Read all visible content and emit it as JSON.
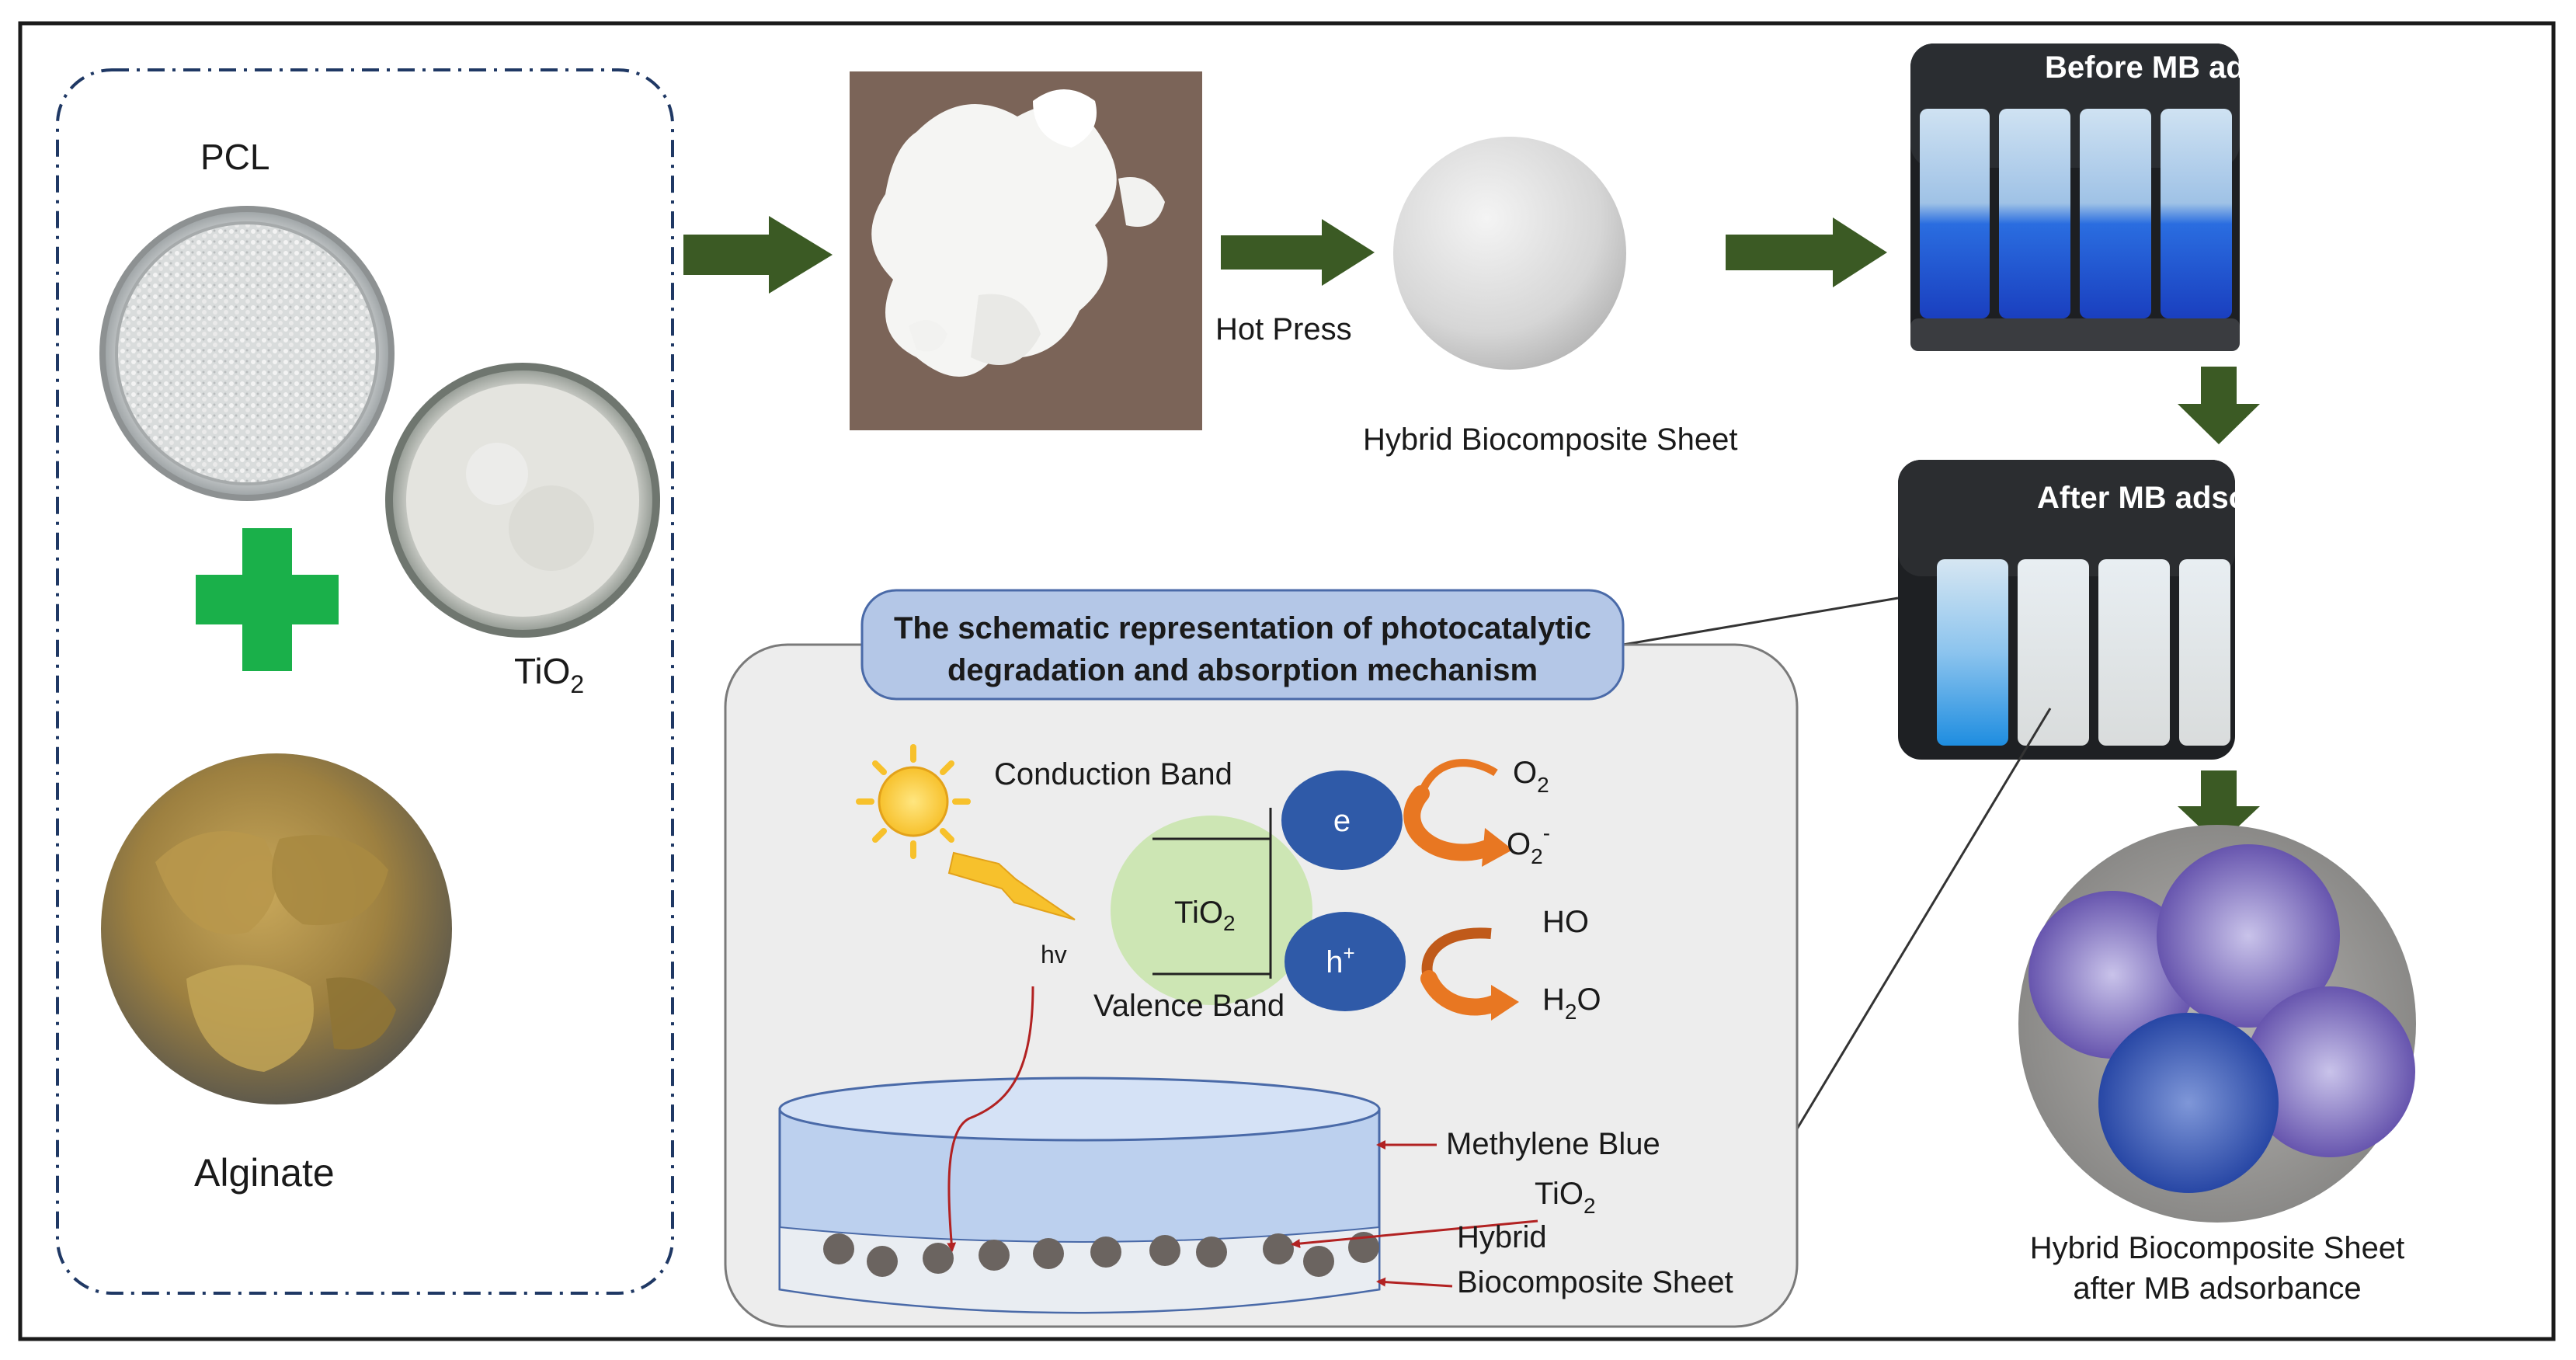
{
  "labels": {
    "pcl": "PCL",
    "tio2_main": "TiO",
    "tio2_main_sub": "2",
    "alginate": "Alginate",
    "hot_press": "Hot Press",
    "hybrid_sheet": "Hybrid Biocomposite Sheet",
    "before_mb": "Before MB adsorbance",
    "after_mb": "After MB adsorbance",
    "schematic_title_1": "The schematic representation of photocatalytic",
    "schematic_title_2": "degradation and absorption mechanism",
    "conduction_band": "Conduction Band",
    "valence_band": "Valence Band",
    "tio2_circle": "TiO",
    "tio2_circle_sub": "2",
    "electron": "e",
    "hole": "h",
    "hole_sup": "+",
    "o2": "O",
    "o2_sub": "2",
    "o2_minus": "O",
    "o2_minus_sub": "2",
    "o2_minus_sup": "-",
    "ho": "HO",
    "h2o_h": "H",
    "h2o_sub": "2",
    "h2o_o": "O",
    "hv": "hv",
    "methylene_blue": "Methylene  Blue",
    "tio2_layer": "TiO",
    "tio2_layer_sub": "2",
    "hybrid_label_1": "Hybrid",
    "hybrid_label_2": "Biocomposite Sheet",
    "final_1": "Hybrid Biocomposite Sheet",
    "final_2": "after MB adsorbance"
  },
  "colors": {
    "arrow_green": "#3b5a24",
    "plus_green": "#1ab04a",
    "title_box": "#b4c7e7",
    "circle_blue": "#2f5aa8",
    "tio2_green": "#cde6b4",
    "orange": "#e87722",
    "dish_blue": "#bcd0ee",
    "dark_red": "#b22222"
  }
}
